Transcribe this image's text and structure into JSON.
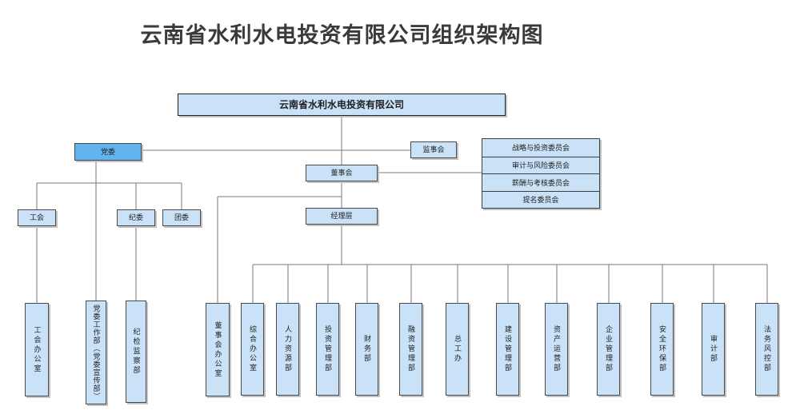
{
  "title": "云南省水利水电投资有限公司组织架构图",
  "colors": {
    "box_fill": "#c9e2f7",
    "party_box_fill": "#62b4ef",
    "box_border": "#4a4a4a",
    "connector_line": "#7a7a7a",
    "title_text": "#3a3a3a"
  },
  "nodes": {
    "company": "云南省水利水电投资有限公司",
    "party_committee": "党委",
    "supervisory_board": "监事会",
    "board_of_directors": "董事会",
    "management_layer": "经理层",
    "labor_union": "工会",
    "discipline_committee": "纪委",
    "youth_league_committee": "团委",
    "board_committees": [
      "战略与投资委员会",
      "审计与风险委员会",
      "薪酬与考核委员会",
      "提名委员会"
    ],
    "party_departments": [
      "工会办公室",
      "党委工作部（党委宣传部）",
      "纪检监察部"
    ],
    "board_office": "董事会办公室",
    "departments": [
      "综合办公室",
      "人力资源部",
      "投资管理部",
      "财务部",
      "融资管理部",
      "总工办",
      "建设管理部",
      "资产运营部",
      "企业管理部",
      "安全环保部",
      "审计部",
      "法务风控部"
    ]
  }
}
